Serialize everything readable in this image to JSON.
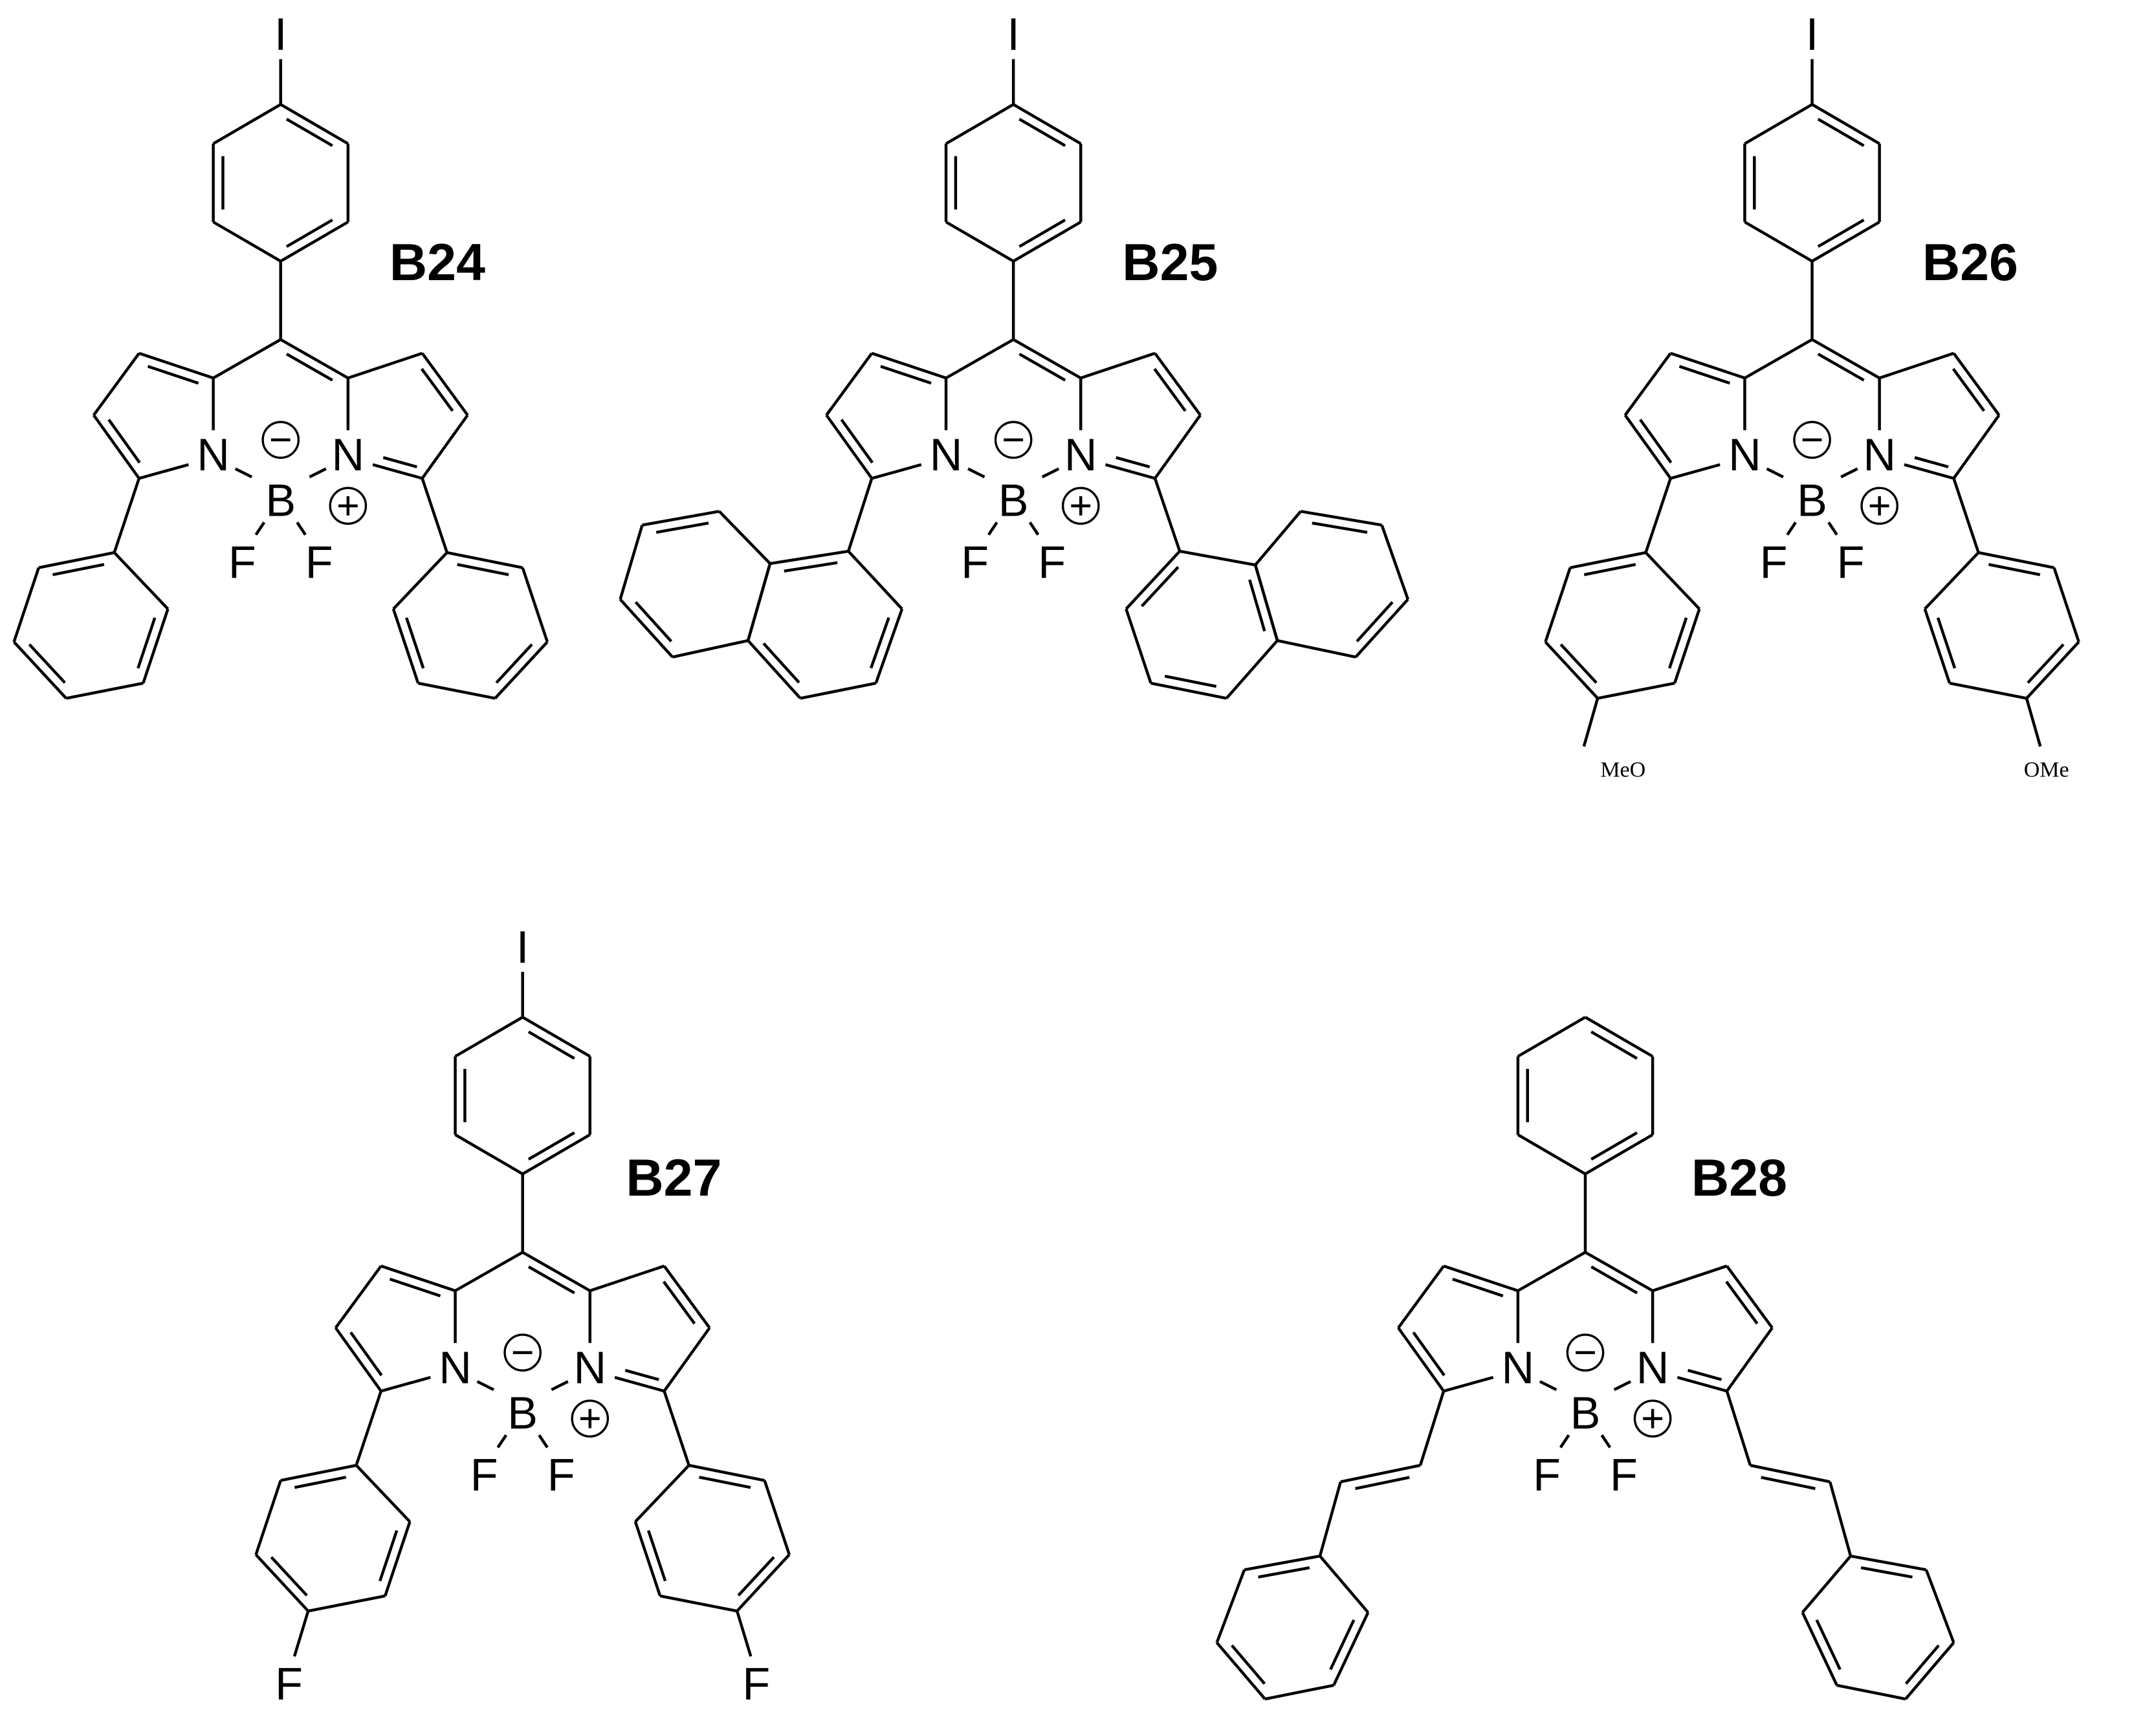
{
  "figure": {
    "atoms": {
      "nitrogen": "N",
      "boron": "B",
      "fluorine": "F",
      "iodine": "I"
    },
    "compounds": [
      {
        "label": "B24",
        "meso_para": "I",
        "positions_3_5": "phenyl",
        "para_label_left": "",
        "para_label_right": ""
      },
      {
        "label": "B25",
        "meso_para": "I",
        "positions_3_5": "1-naphthyl",
        "para_label_left": "",
        "para_label_right": ""
      },
      {
        "label": "B26",
        "meso_para": "I",
        "positions_3_5": "4-methoxyphenyl",
        "para_label_left": "MeO",
        "para_label_right": "OMe"
      },
      {
        "label": "B27",
        "meso_para": "I",
        "positions_3_5": "4-fluorophenyl",
        "para_label_left": "F",
        "para_label_right": "F"
      },
      {
        "label": "B28",
        "meso_para": "",
        "positions_3_5": "styryl",
        "para_label_left": "",
        "para_label_right": ""
      }
    ],
    "charges": {
      "boron": "negative",
      "nitrogen": "positive"
    },
    "colors": {
      "ink": "#000000",
      "background": "#ffffff"
    }
  }
}
